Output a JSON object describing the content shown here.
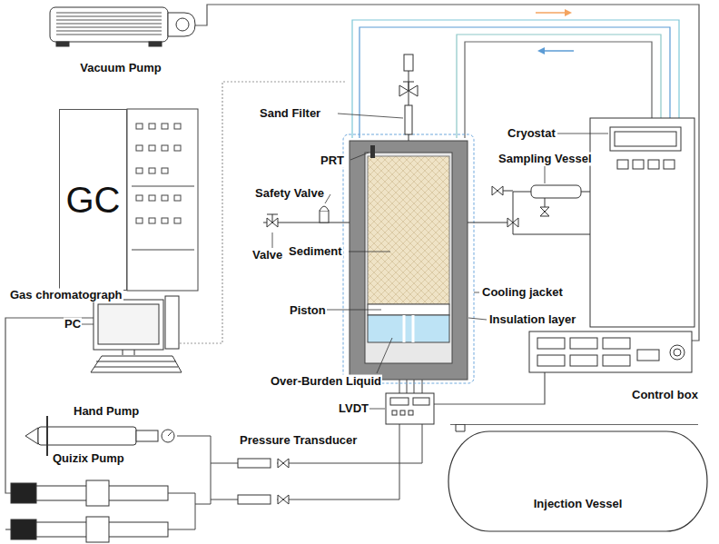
{
  "diagram": {
    "nodes": [
      {
        "text": [
          "GC"
        ]
      },
      {
        "text": [
          "Injection Vessel"
        ]
      }
    ],
    "labels": [
      "Vacuum Pump",
      "Sand Filter",
      "PRT",
      "Safety Valve",
      "Valve",
      "Sediment",
      "Piston",
      "Over-Burden Liquid",
      "Cryostat",
      "Sampling Vessel",
      "Cooling jacket",
      "Insulation layer",
      "Gas chromatograph",
      "PC",
      "Control box",
      "LVDT",
      "Pressure Transducer",
      "Hand Pump",
      "Quizix Pump"
    ]
  }
}
